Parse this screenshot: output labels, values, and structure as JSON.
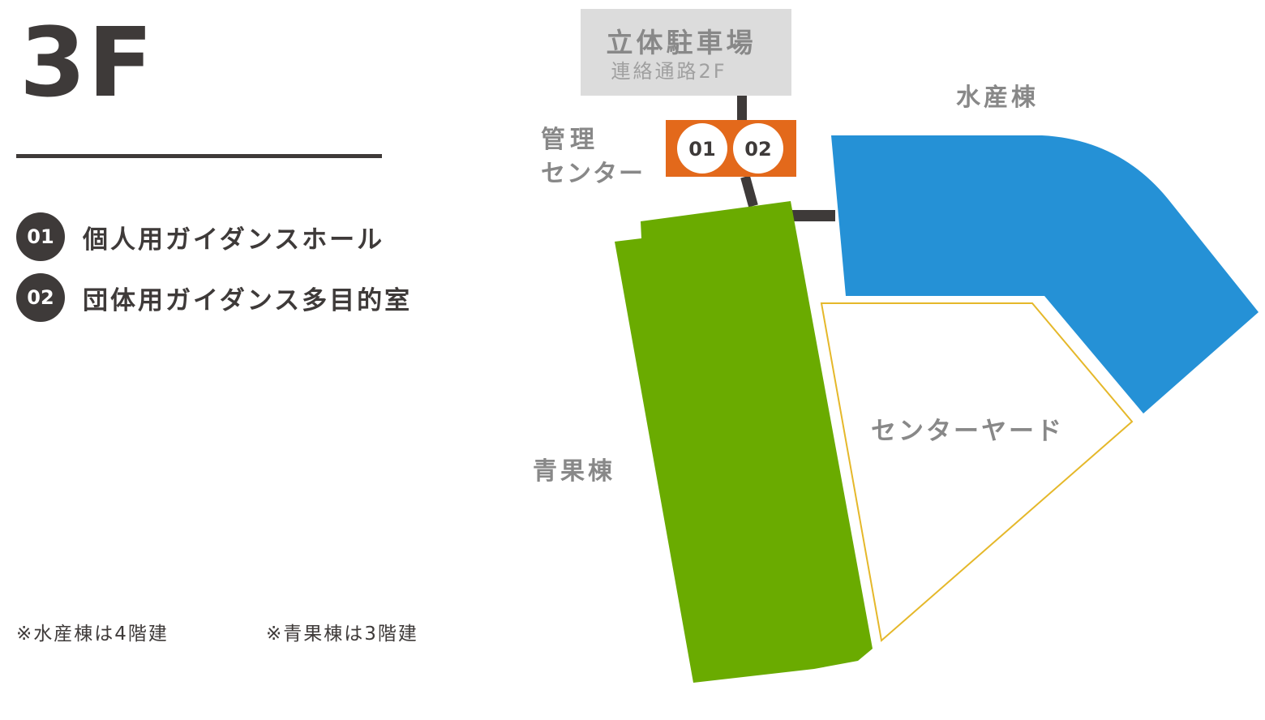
{
  "floor": {
    "title": "3F"
  },
  "legend": [
    {
      "number": "01",
      "label": "個人用ガイダンスホール"
    },
    {
      "number": "02",
      "label": "団体用ガイダンス多目的室"
    }
  ],
  "notes": [
    "※水産棟は4階建",
    "※青果棟は3階建"
  ],
  "map": {
    "parking": {
      "title": "立体駐車場",
      "subtitle": "連絡通路2F"
    },
    "management": {
      "line1": "管理",
      "line2": "センター",
      "badges": [
        "01",
        "02"
      ]
    },
    "fish_building": "水産棟",
    "produce_building": "青果棟",
    "center_yard": "センターヤード"
  },
  "colors": {
    "dark": "#3e3a39",
    "parking_gray": "#dcdcdc",
    "management_orange": "#e3691b",
    "fish_blue": "#2591d6",
    "produce_green": "#6aab00",
    "yard_outline": "#e5b82a",
    "label_gray": "#888888"
  }
}
